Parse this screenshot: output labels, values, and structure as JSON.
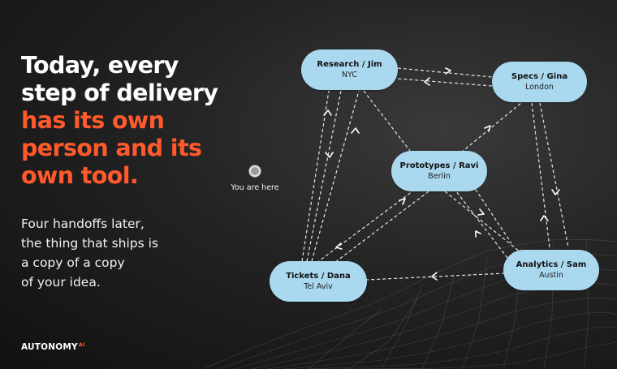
{
  "headline": {
    "line1": "Today, every",
    "line2": "step of delivery",
    "line3": "has its own",
    "line4": "person and its",
    "line5": "own tool."
  },
  "body": {
    "line1": "Four handoffs later,",
    "line2": "the thing that ships is",
    "line3": "a copy of a copy",
    "line4": "of your idea."
  },
  "logo": {
    "text": "AUTONOMY",
    "superscript": "AI"
  },
  "you_are_here": "You are here",
  "nodes": {
    "research": {
      "name": "Research / Jim",
      "city": "NYC"
    },
    "specs": {
      "name": "Specs / Gina",
      "city": "London"
    },
    "prototypes": {
      "name": "Prototypes / Ravi",
      "city": "Berlin"
    },
    "tickets": {
      "name": "Tickets / Dana",
      "city": "Tel Aviv"
    },
    "analytics": {
      "name": "Analytics / Sam",
      "city": "Austin"
    }
  },
  "colors": {
    "accent": "#ff5a2c",
    "node_fill": "#a9d8ef",
    "background": "#1b1b1b"
  }
}
